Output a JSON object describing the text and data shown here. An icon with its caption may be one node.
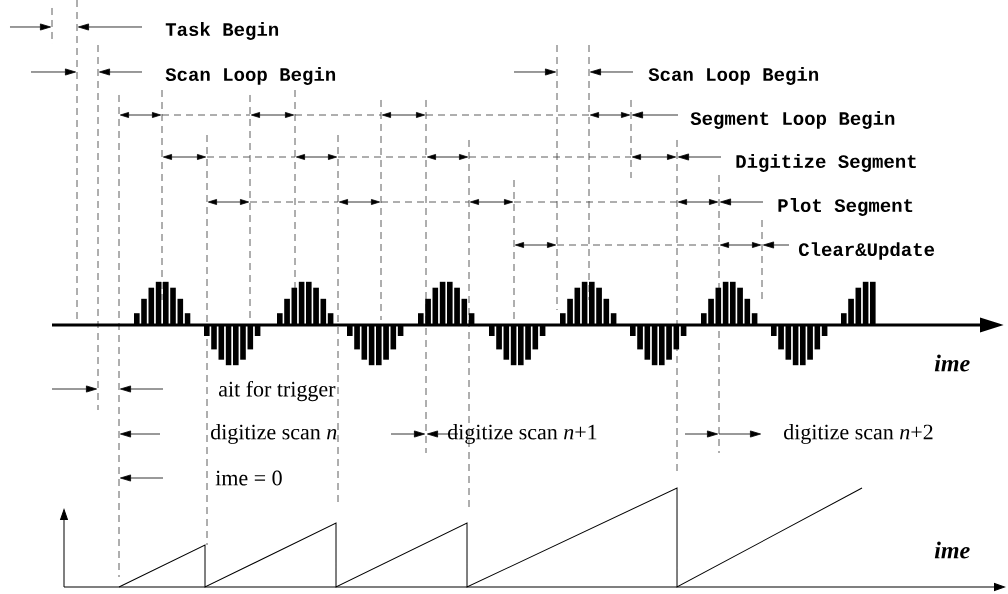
{
  "diagram": {
    "labels": [
      "Task Begin",
      "Scan Loop Begin",
      "Scan Loop Begin",
      "Segment Loop Begin",
      "Digitize Segment",
      "Plot Segment",
      "Clear&Update",
      "ime",
      "ait for trigger",
      "digitize scan *n*",
      "digitize scan *n*+1",
      "digitize scan *n*+2",
      "ime = 0",
      "ime"
    ]
  }
}
